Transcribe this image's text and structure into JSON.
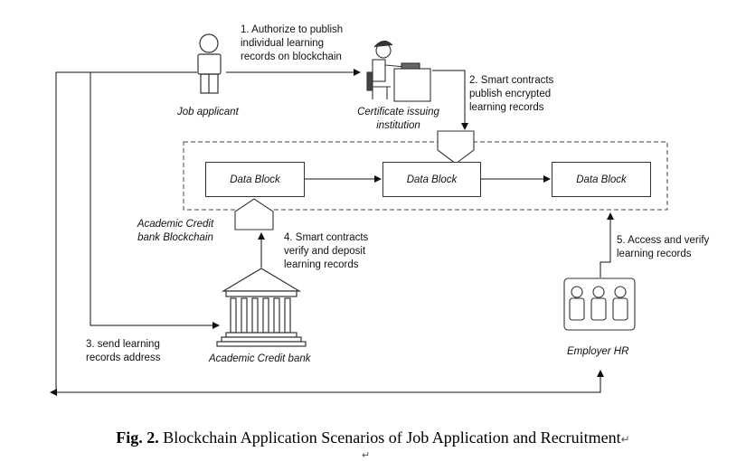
{
  "diagram": {
    "nodes": {
      "job_applicant": "Job applicant",
      "institution": "Certificate issuing\ninstitution",
      "credit_bank": "Academic  Credit bank",
      "employer": "Employer HR",
      "blockchain": "Academic  Credit\nbank Blockchain"
    },
    "blocks": [
      "Data Block",
      "Data Block",
      "Data Block"
    ],
    "steps": {
      "s1": "1. Authorize to publish\nindividual learning\nrecords on blockchain",
      "s2": "2. Smart contracts\npublish encrypted\nlearning records",
      "s3": "3.  send learning\nrecords address",
      "s4": "4. Smart contracts\nverify and deposit\nlearning records",
      "s5": "5.  Access and verify\nlearning records"
    }
  },
  "caption": {
    "prefix": "Fig. 2.",
    "text": " Blockchain Application Scenarios of Job Application and Recruitment",
    "mark": "↵",
    "end_mark": "↵"
  }
}
